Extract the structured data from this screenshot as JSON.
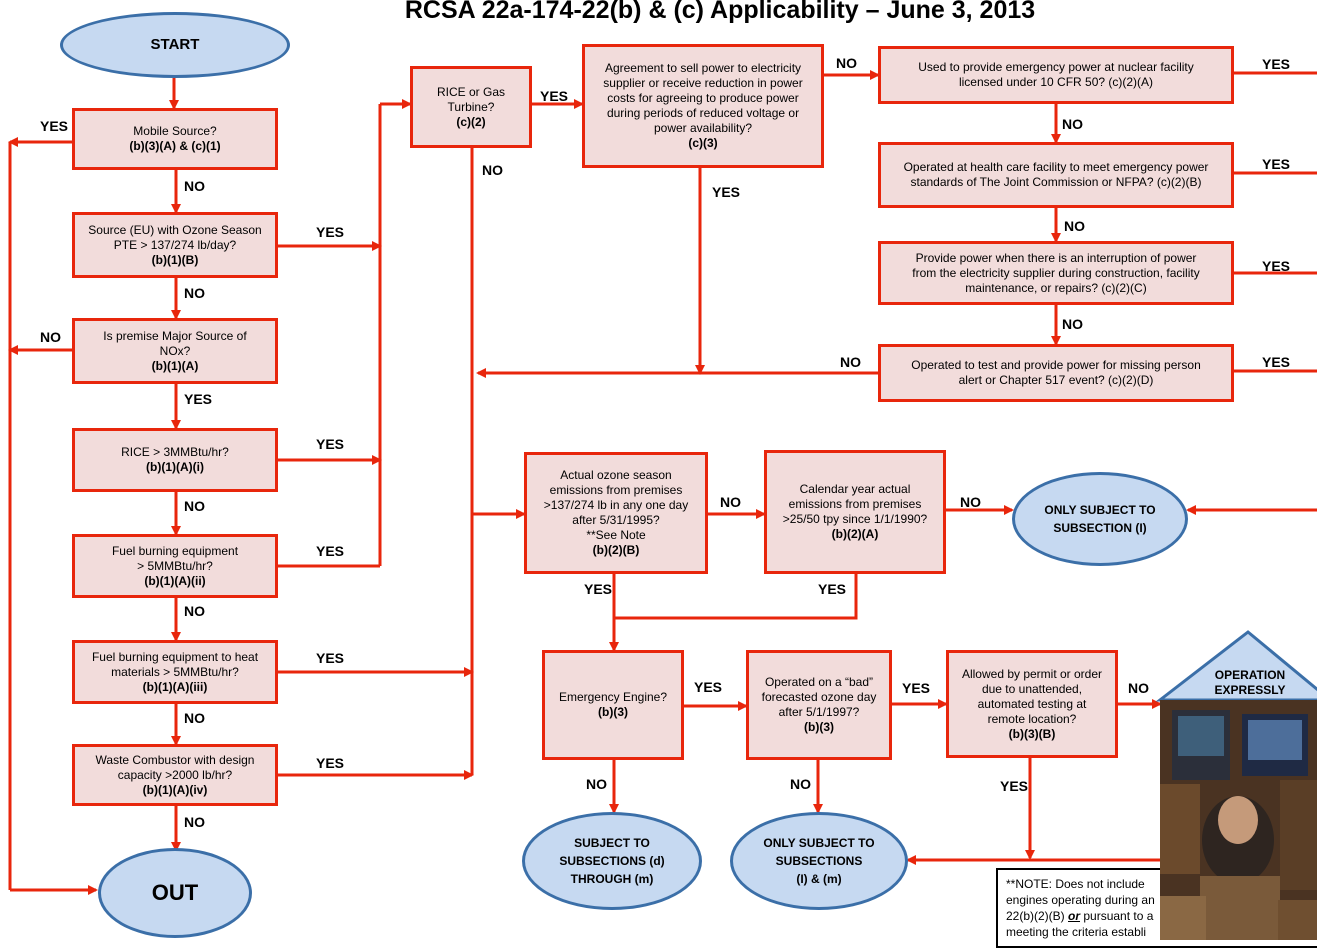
{
  "title": "RCSA 22a-174-22(b) & (c) Applicability – June 3, 2013",
  "terminals": {
    "start": "START",
    "out": "OUT",
    "only_i": [
      "ONLY SUBJECT TO",
      "SUBSECTION (I)"
    ],
    "subject_dm": [
      "SUBJECT TO",
      "SUBSECTIONS (d)",
      "THROUGH (m)"
    ],
    "only_lm": [
      "ONLY SUBJECT TO",
      "SUBSECTIONS",
      "(I)  & (m)"
    ],
    "operation": [
      "OPERATION",
      "EXPRESSLY"
    ]
  },
  "boxes": {
    "mobile": {
      "text": "Mobile Source?",
      "code": "(b)(3)(A) & (c)(1)"
    },
    "ozone_pte": {
      "text1": "Source (EU) with Ozone Season",
      "text2": "PTE > 137/274 lb/day?",
      "code": "(b)(1)(B)"
    },
    "major": {
      "text1": "Is premise Major Source of",
      "text2": "NOx?",
      "code": "(b)(1)(A)"
    },
    "rice3": {
      "text": "RICE  > 3MMBtu/hr?",
      "code": "(b)(1)(A)(i)"
    },
    "fuel5": {
      "text1": "Fuel burning equipment",
      "text2": "> 5MMBtu/hr?",
      "code": "(b)(1)(A)(ii)"
    },
    "fuelheat": {
      "text1": "Fuel burning equipment to heat",
      "text2": "materials  > 5MMBtu/hr?",
      "code": "(b)(1)(A)(iii)"
    },
    "waste": {
      "text1": "Waste Combustor with design",
      "text2": "capacity >2000 lb/hr?",
      "code": "(b)(1)(A)(iv)"
    },
    "rice_gas": {
      "text1": "RICE or Gas",
      "text2": "Turbine?",
      "code": "(c)(2)"
    },
    "agreement": {
      "lines": [
        "Agreement to sell power to electricity",
        "supplier or receive reduction in power",
        "costs for agreeing to produce power",
        "during periods of reduced voltage or",
        "power availability?"
      ],
      "code": "(c)(3)"
    },
    "nuclear": {
      "line1": "Used to provide emergency power at nuclear facility",
      "line2": "licensed under 10 CFR 50? (c)(2)(A)"
    },
    "health": {
      "line1": "Operated at health care facility to meet emergency power",
      "line2": "standards of The Joint Commission or NFPA?  (c)(2)(B)"
    },
    "interrupt": {
      "line1": "Provide power when there is an interruption of power",
      "line2": "from the electricity supplier during construction, facility",
      "line3": "maintenance, or repairs? (c)(2)(C)"
    },
    "test": {
      "line1": "Operated to test and provide power for missing person",
      "line2": "alert or Chapter 517 event?  (c)(2)(D)"
    },
    "actual": {
      "lines": [
        "Actual ozone season",
        "emissions from premises",
        ">137/274 lb in any one day",
        "after 5/31/1995?",
        "**See Note"
      ],
      "code": "(b)(2)(B)"
    },
    "calendar": {
      "lines": [
        "Calendar year actual",
        "emissions from premises",
        ">25/50 tpy since 1/1/1990?"
      ],
      "code": "(b)(2)(A)"
    },
    "emergency": {
      "text": "Emergency Engine?",
      "code": "(b)(3)"
    },
    "bad_day": {
      "lines": [
        "Operated on a “bad”",
        "forecasted ozone day",
        "after 5/1/1997?"
      ],
      "code": "(b)(3)"
    },
    "allowed": {
      "lines": [
        "Allowed by permit or order",
        "due to unattended,",
        "automated testing at",
        "remote location?"
      ],
      "code": "(b)(3)(B)"
    }
  },
  "labels": {
    "yes": "YES",
    "no": "NO"
  },
  "note": {
    "line1": "**NOTE:  Does not include",
    "line2": "engines operating during an",
    "line3a": "22(b)(2)(B) ",
    "line3b": "or",
    "line3c": " pursuant to a",
    "line4": "meeting the criteria establi"
  },
  "colors": {
    "arrow": "#e8260c",
    "box_fill": "#f2dcdb",
    "oval_fill": "#c6d9f1",
    "oval_border": "#3b6fa8"
  }
}
